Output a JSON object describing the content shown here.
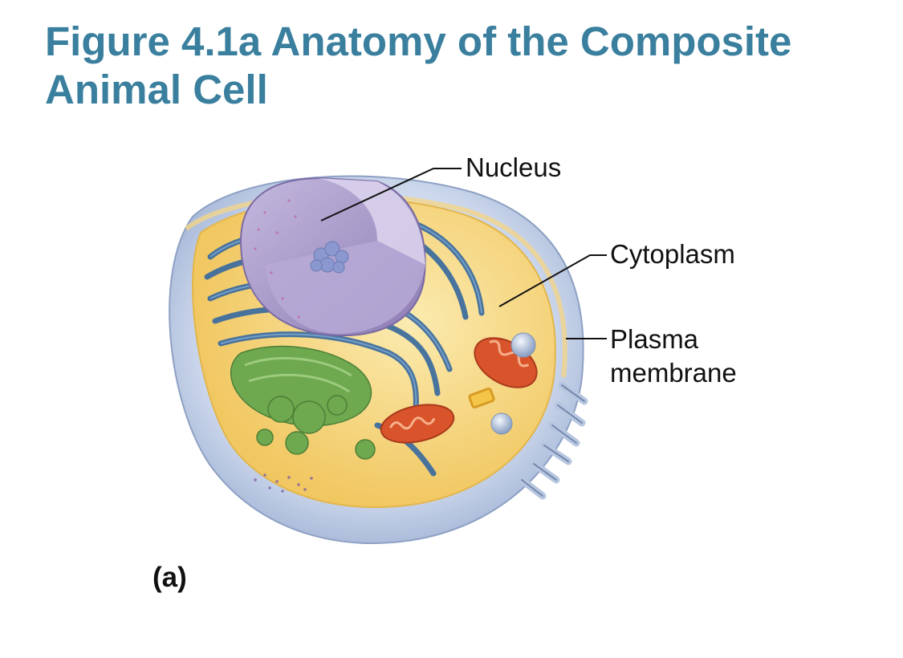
{
  "title": "Figure 4.1a Anatomy of the Composite Animal Cell",
  "labels": {
    "nucleus": "Nucleus",
    "cytoplasm": "Cytoplasm",
    "plasma_membrane_line1": "Plasma",
    "plasma_membrane_line2": "membrane"
  },
  "panel_label": "(a)",
  "colors": {
    "title": "#3a7f9e",
    "membrane": "#c9d6ea",
    "cytoplasm": "#f6d77a",
    "nucleus": "#a79ac8",
    "er": "#3f6e9e",
    "golgi": "#6ea84f",
    "mitochondria": "#d9532b"
  }
}
